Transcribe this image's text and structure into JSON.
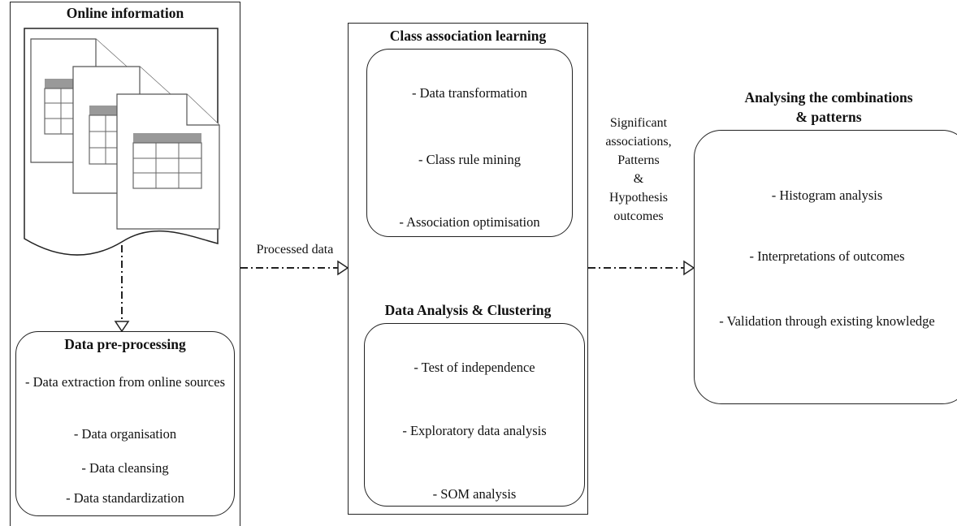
{
  "left_panel": {
    "title": "Online information",
    "box_title": "Data pre-processing",
    "items": [
      "- Data extraction from online sources",
      "- Data organisation",
      "- Data cleansing",
      "- Data standardization"
    ]
  },
  "connector_1": {
    "label": "Processed data"
  },
  "middle_panel": {
    "section_1": {
      "title": "Class association learning",
      "items": [
        "- Data transformation",
        "- Class rule mining",
        "- Association optimisation"
      ]
    },
    "section_2": {
      "title": "Data Analysis & Clustering",
      "items": [
        "- Test of independence",
        "- Exploratory data analysis",
        "- SOM analysis"
      ]
    }
  },
  "connector_2": {
    "label_lines": [
      "Significant",
      "associations,",
      "Patterns",
      "&",
      "Hypothesis",
      "outcomes"
    ]
  },
  "right_panel": {
    "title_lines": [
      "Analysing the combinations",
      "& patterns"
    ],
    "items": [
      "- Histogram analysis",
      "- Interpretations of outcomes",
      "- Validation through existing knowledge"
    ]
  }
}
